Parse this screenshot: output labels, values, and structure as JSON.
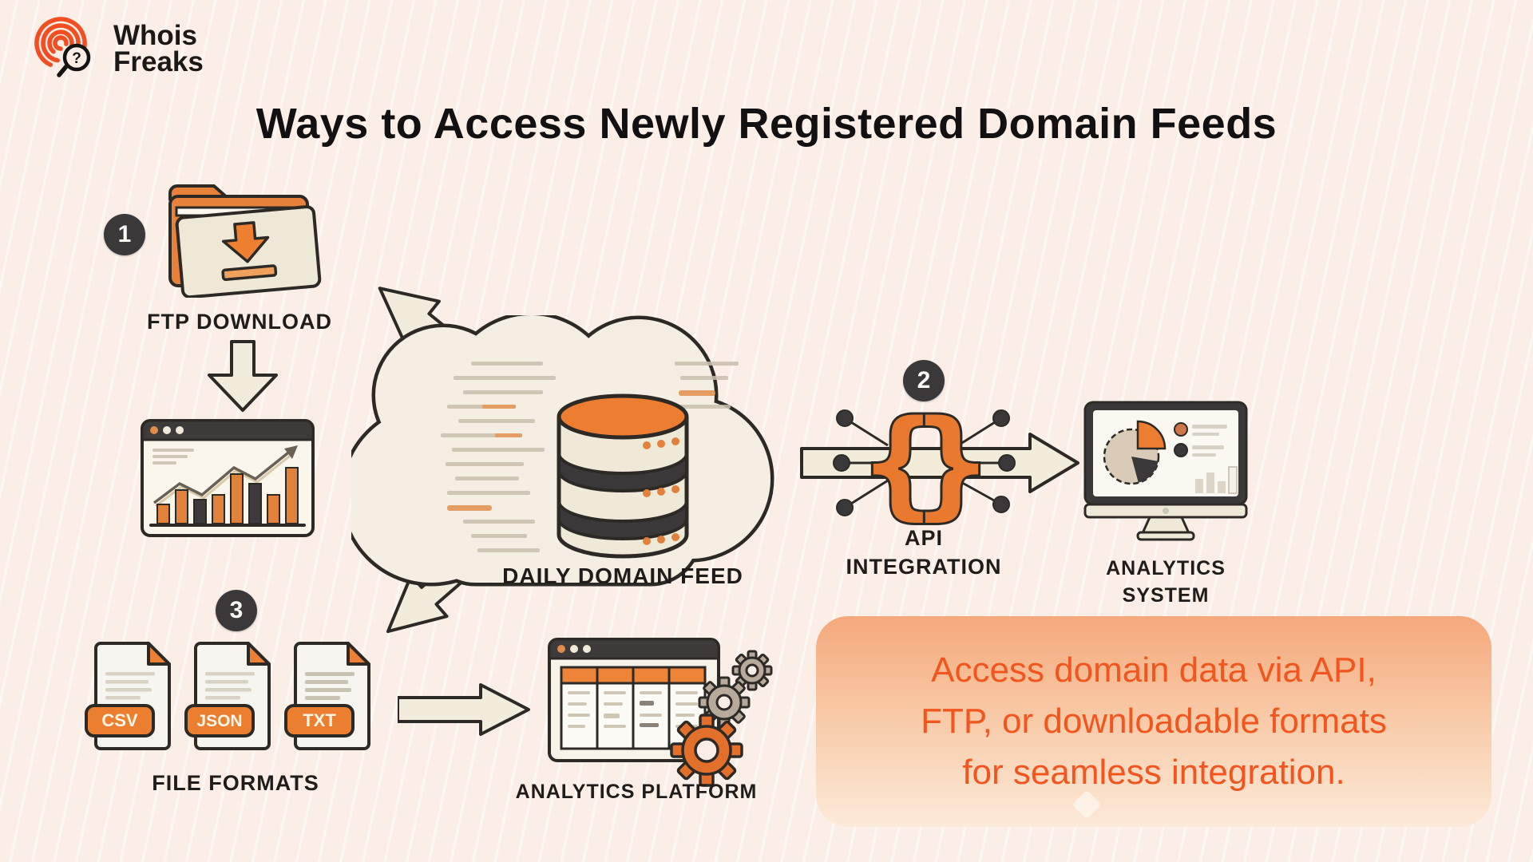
{
  "logo": {
    "line1": "Whois",
    "line2": "Freaks"
  },
  "title": "Ways to Access Newly Registered Domain Feeds",
  "badges": {
    "step1": "1",
    "step2": "2",
    "step3": "3"
  },
  "labels": {
    "ftp_download": "FTP DOWNLOAD",
    "daily_domain_feed": "DAILY DOMAIN FEED",
    "api_line1": "API",
    "api_line2": "INTEGRATION",
    "analytics_system_line1": "ANALYTICS",
    "analytics_system_line2": "SYSTEM",
    "file_formats": "FILE FORMATS",
    "analytics_platform": "ANALYTICS PLATFORM"
  },
  "api_icon": {
    "left_brace": "{",
    "right_brace": "}"
  },
  "file_badges": {
    "csv": "CSV",
    "json": "JSON",
    "txt": "TXT"
  },
  "info_box": {
    "line1": "Access domain data via API,",
    "line2": "FTP, or downloadable formats",
    "line3": "for seamless integration."
  },
  "colors": {
    "background": "#fbeee7",
    "accent_orange": "#e97f33",
    "logo_orange": "#f14f23",
    "info_text_orange": "#f2551e",
    "dark": "#3b383a",
    "outline": "#2d2a26",
    "cream": "#f2edda"
  }
}
